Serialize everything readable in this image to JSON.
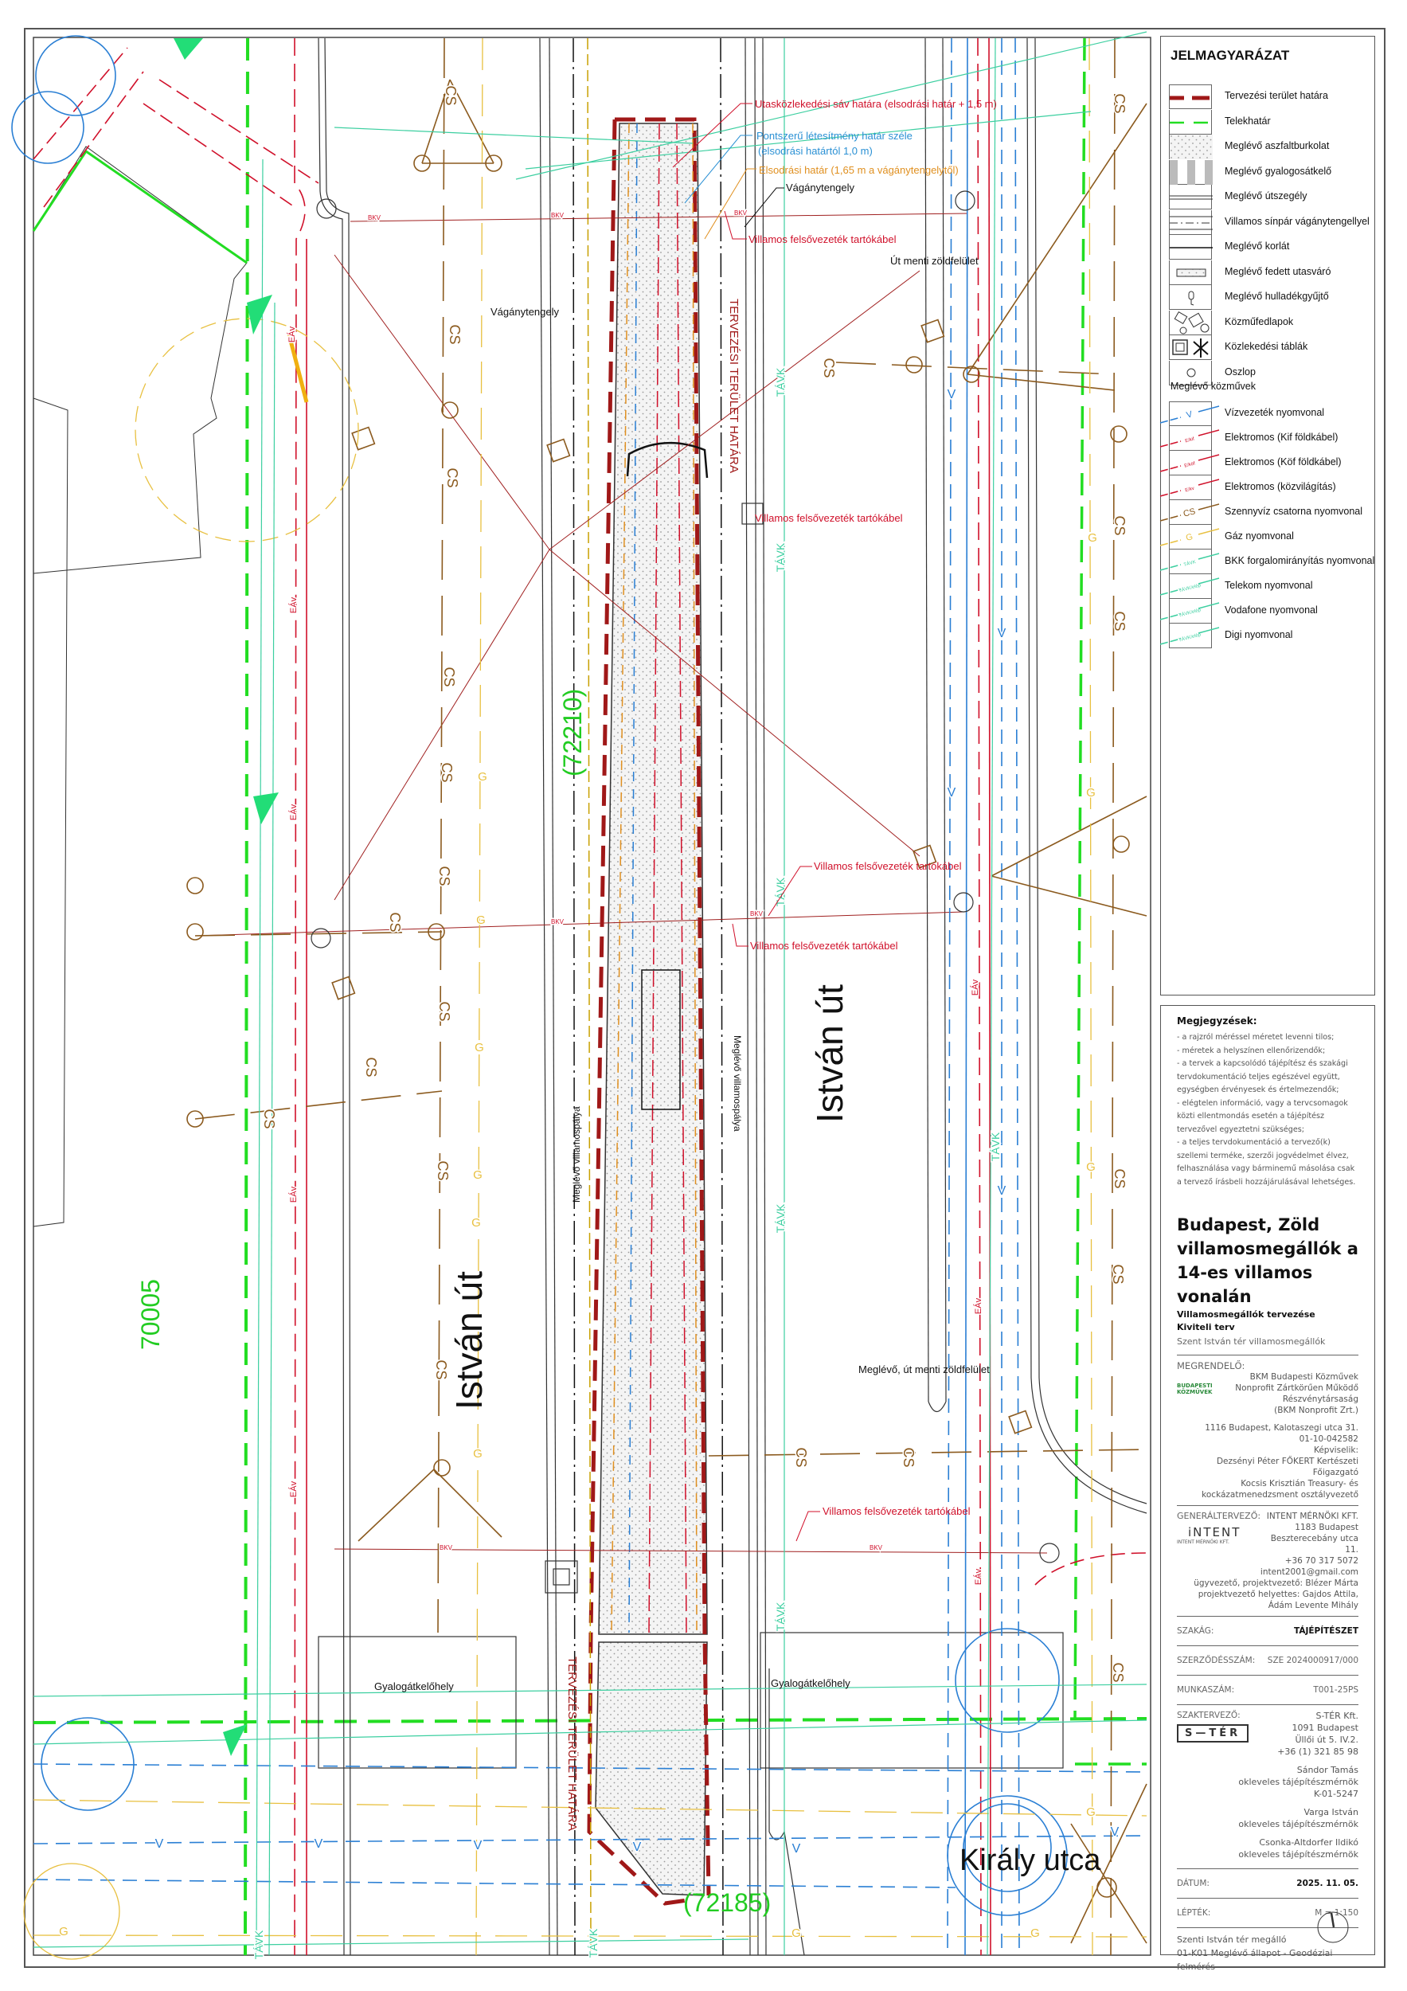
{
  "legend": {
    "title": "JELMAGYARÁZAT",
    "items": [
      {
        "label": "Tervezési terület határa",
        "icon": "red-dash-line"
      },
      {
        "label": "Telekhatár",
        "icon": "green-dash-line"
      },
      {
        "label": "Meglévő aszfaltburkolat",
        "icon": "dotted-fill"
      },
      {
        "label": "Meglévő gyalogosátkelő",
        "icon": "zebra-stripes"
      },
      {
        "label": "Meglévő útszegély",
        "icon": "double-line"
      },
      {
        "label": "Villamos sínpár vágánytengellyel",
        "icon": "dash-dot-line"
      },
      {
        "label": "Meglévő korlát",
        "icon": "solid-line"
      },
      {
        "label": "Meglévő fedett utasváró",
        "icon": "shelter-rect"
      },
      {
        "label": "Meglévő hulladékgyűjtő",
        "icon": "bin-icon"
      },
      {
        "label": "Közműfedlapok",
        "icon": "manhole-covers"
      },
      {
        "label": "Közlekedési táblák",
        "icon": "traffic-signs"
      },
      {
        "label": "Oszlop",
        "icon": "pole-icon"
      }
    ],
    "utilities_heading": "Meglévő közművek",
    "utilities": [
      {
        "label": "Vízvezeték nyomvonal",
        "tag": "V",
        "color": "#2a7fd4"
      },
      {
        "label": "Elektromos (Kif földkábel)",
        "tag": "E/kif",
        "color": "#d0102a"
      },
      {
        "label": "Elektromos (Köf földkábel)",
        "tag": "E/köf",
        "color": "#d0102a"
      },
      {
        "label": "Elektromos (közvilágítás)",
        "tag": "E/kv",
        "color": "#d0102a"
      },
      {
        "label": "Szennyvíz csatorna nyomvonal",
        "tag": "CS",
        "color": "#8b5a1e"
      },
      {
        "label": "Gáz nyomvonal",
        "tag": "G",
        "color": "#e8c040"
      },
      {
        "label": "BKK forgalomirányítás nyomvonal",
        "tag": "TÁVK",
        "color": "#3ccfa0"
      },
      {
        "label": "Telekom nyomvonal",
        "tag": "TÁVK/elép",
        "color": "#3ccfa0"
      },
      {
        "label": "Vodafone nyomvonal",
        "tag": "TÁVK/elép",
        "color": "#3ccfa0"
      },
      {
        "label": "Digi nyomvonal",
        "tag": "TÁVK/elép",
        "color": "#3ccfa0"
      }
    ]
  },
  "map": {
    "streets": {
      "istvan_left": "István út",
      "istvan_right": "István út",
      "kiraly": "Király utca"
    },
    "parcels": {
      "p70005": "70005",
      "p72210": "(72210)",
      "p72185": "(72185)"
    },
    "boundary_label": "TERVEZÉSI TERÜLET HATÁRA",
    "annotations": {
      "passenger_lane": "Utasközlekedési sáv határa (elsodrási határ + 1,5 m)",
      "point_facility_1": "Pontszerű létesítmény határ széle",
      "point_facility_2": "(elsodrási határtól 1,0 m)",
      "sweep_limit": "Elsodrási határ (1,65 m a vágánytengelytől)",
      "track_axis": "Vágánytengely",
      "overhead_cable": "Villamos felsővezeték tartókábel",
      "roadside_green": "Út menti zöldfelület",
      "roadside_green_existing": "Meglévő, út menti zöldfelület",
      "tramway": "Meglévő villamospálya",
      "crossing": "Gyalogátkelőhely"
    },
    "line_labels": {
      "sewer": "CS",
      "gas": "G",
      "telecom": "TÁVK",
      "electric": "EÁv",
      "water": "V",
      "bkv": "BKV"
    },
    "colors": {
      "boundary": "#a01818",
      "parcel": "#22dd22",
      "water": "#2a7fd4",
      "electric": "#d0102a",
      "sewer": "#8b5a1e",
      "gas": "#e8c040",
      "telecom": "#3ccfa0"
    }
  },
  "notes": {
    "title": "Megjegyzések:",
    "lines": [
      "- a rajzról méréssel méretet levenni tilos;",
      "- méretek a helyszínen ellenőrizendők;",
      "- a tervek a kapcsolódó tájépítész és szakági tervdokumentáció teljes egészével együtt, egységben érvényesek és értelmezendők;",
      "- elégtelen információ, vagy a tervcsomagok közti ellentmondás esetén a tájépítész tervezővel egyeztetni szükséges;",
      "- a teljes tervdokumentáció a tervező(k) szellemi terméke, szerzői jogvédelmet élvez, felhasználása vagy bárminemű másolása csak a tervező írásbeli hozzájárulásával lehetséges."
    ]
  },
  "project": {
    "title": "Budapest, Zöld villamosmegállók a 14-es villamos vonalán",
    "subtitle": "Villamosmegállók tervezése",
    "phase": "Kiviteli terv",
    "site": "Szent István tér villamosmegállók"
  },
  "client": {
    "label": "MEGRENDELŐ:",
    "logo_text": "BUDAPESTI KÖZMŰVEK",
    "lines": [
      "BKM Budapesti Közművek",
      "Nonprofit Zártkörűen Működő",
      "Részvénytársaság",
      "(BKM Nonprofit Zrt.)"
    ],
    "address": [
      "1116 Budapest, Kalotaszegi utca 31.",
      "01-10-042582",
      "Képviselik:",
      "Dezsényi Péter FŐKERT Kertészeti",
      "Főigazgató",
      "Kocsis Krisztián Treasury- és",
      "kockázatmenedzsment osztályvezető"
    ]
  },
  "general_designer": {
    "label": "GENERÁLTERVEZŐ:",
    "logo_text": "iNTENT",
    "logo_sub": "INTENT MÉRNÖKI KFT.",
    "lines": [
      "INTENT MÉRNÖKI KFT.",
      "1183 Budapest",
      "Beszterecebány utca 11.",
      "+36 70 317 5072",
      "intent2001@gmail.com",
      "ügyvezető, projektvezető: Blézer Márta",
      "projektvezető helyettes: Gajdos Attila,",
      "Ádám Levente Mihály"
    ]
  },
  "fields": {
    "discipline_label": "SZAKÁG:",
    "discipline": "TÁJÉPÍTÉSZET",
    "contract_label": "SZERZŐDÉSSZÁM:",
    "contract": "SZE 2024000917/000",
    "job_label": "MUNKASZÁM:",
    "job": "T001-25PS"
  },
  "specialist": {
    "label": "SZAKTERVEZŐ:",
    "logo_text": "S—TÉR",
    "lines": [
      "S-TÉR Kft.",
      "1091 Budapest",
      "Üllői út 5. IV.2.",
      "+36 (1) 321 85 98"
    ],
    "people": [
      [
        "Sándor Tamás",
        "okleveles tájépítészmérnök",
        "K-01-5247"
      ],
      [
        "Varga István",
        "okleveles tájépítészmérnök"
      ],
      [
        "Csonka-Altdorfer Ildikó",
        "okleveles tájépítészmérnök"
      ]
    ]
  },
  "footer": {
    "date_label": "DÁTUM:",
    "date": "2025. 11. 05.",
    "scale_label": "LÉPTÉK:",
    "scale": "M = 1:150",
    "sheet": [
      "Szenti István tér megálló",
      "01-K01 Meglévő állapot - Geodéziai",
      "felmérés"
    ]
  }
}
